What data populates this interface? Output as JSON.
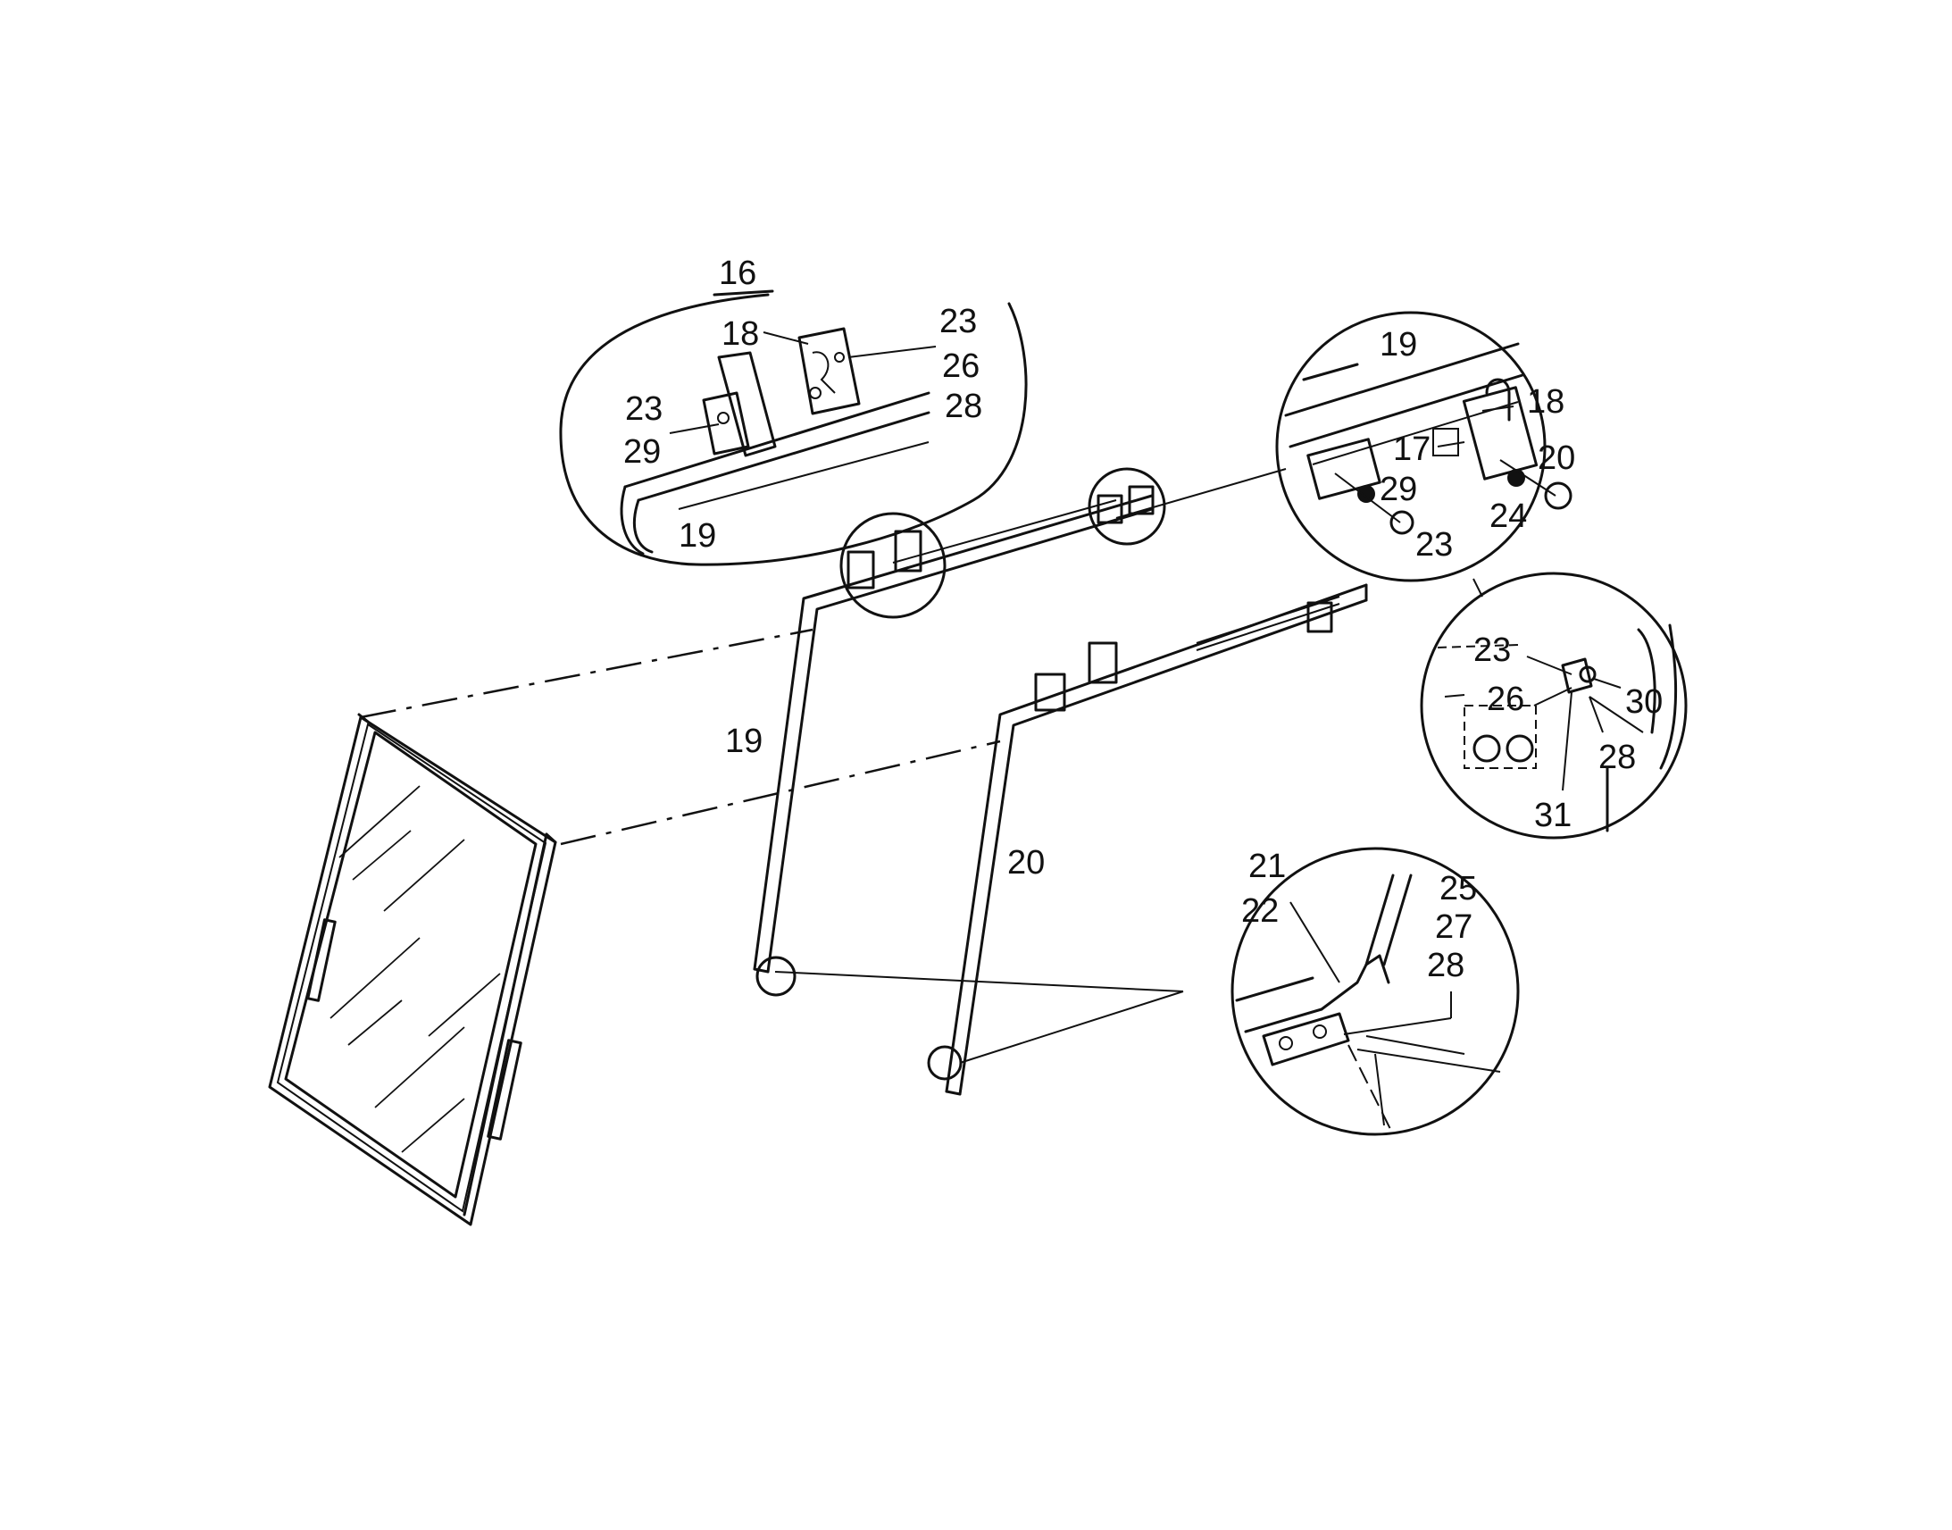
{
  "diagram": {
    "callouts": {
      "top_left": {
        "c16": "16",
        "c18": "18",
        "c23a": "23",
        "c26": "26",
        "c28": "28",
        "c23b": "23",
        "c29": "29",
        "c19": "19"
      },
      "top_right": {
        "c19": "19",
        "c18": "18",
        "c17": "17",
        "c20": "20",
        "c29": "29",
        "c24": "24",
        "c23": "23"
      },
      "middle_right": {
        "c23": "23",
        "c26": "26",
        "c30": "30",
        "c28": "28",
        "c31": "31"
      },
      "bottom_right": {
        "c21": "21",
        "c22": "22",
        "c25": "25",
        "c27": "27",
        "c28": "28"
      },
      "main": {
        "c19": "19",
        "c20": "20"
      }
    }
  }
}
